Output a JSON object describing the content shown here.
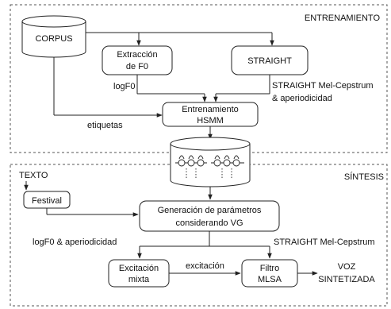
{
  "sections": {
    "training": {
      "label": "ENTRENAMIENTO"
    },
    "synthesis": {
      "label": "SÍNTESIS"
    }
  },
  "nodes": {
    "corpus": {
      "label": "CORPUS"
    },
    "f0_extraction": {
      "line1": "Extracción",
      "line2": "de F0"
    },
    "straight": {
      "label": "STRAIGHT"
    },
    "hsmm_training": {
      "line1": "Entrenamiento",
      "line2": "HSMM"
    },
    "hmm_database": {
      "label": ""
    },
    "text_input": {
      "label": "TEXTO"
    },
    "festival": {
      "label": "Festival"
    },
    "param_generation": {
      "line1": "Generación de parámetros",
      "line2": "considerando VG"
    },
    "mixed_excitation": {
      "line1": "Excitación",
      "line2": "mixta"
    },
    "mlsa_filter": {
      "line1": "Filtro",
      "line2": "MLSA"
    },
    "output": {
      "line1": "VOZ",
      "line2": "SINTETIZADA"
    }
  },
  "edge_labels": {
    "logf0": "logF0",
    "straight_features_1": "STRAIGHT Mel-Cepstrum",
    "straight_features_2": "& aperiodicidad",
    "labels": "etiquetas",
    "logf0_aperiodicity": "logF0 & aperiodicidad",
    "straight_mel_cepstrum": "STRAIGHT Mel-Cepstrum",
    "excitation": "excitación"
  },
  "colors": {
    "line": "#222222",
    "dashed_border": "#555555",
    "background": "#ffffff"
  }
}
